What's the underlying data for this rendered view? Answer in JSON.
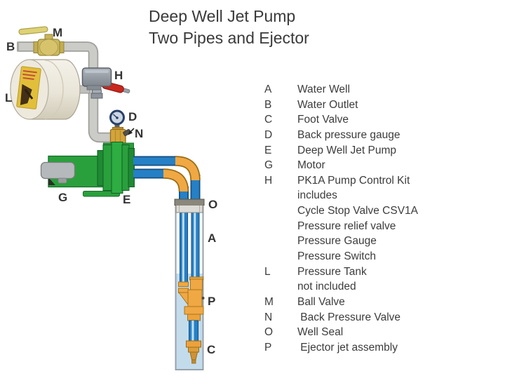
{
  "title": {
    "line1": "Deep Well Jet Pump",
    "line2": "Two Pipes and Ejector"
  },
  "legend": {
    "rows": [
      {
        "letter": "A",
        "label": "Water Well"
      },
      {
        "letter": "B",
        "label": "Water Outlet"
      },
      {
        "letter": "C",
        "label": "Foot Valve"
      },
      {
        "letter": "D",
        "label": "Back pressure gauge"
      },
      {
        "letter": "E",
        "label": "Deep Well Jet Pump"
      },
      {
        "letter": "G",
        "label": "Motor"
      },
      {
        "letter": "H",
        "label": "PK1A Pump Control Kit"
      },
      {
        "letter": "",
        "label": "includes"
      },
      {
        "letter": "",
        "label": "Cycle Stop Valve CSV1A"
      },
      {
        "letter": "",
        "label": "Pressure relief valve"
      },
      {
        "letter": "",
        "label": "Pressure Gauge"
      },
      {
        "letter": "",
        "label": "Pressure Switch"
      },
      {
        "letter": "L",
        "label": "Pressure Tank"
      },
      {
        "letter": "",
        "label": "not included"
      },
      {
        "letter": "M",
        "label": "Ball Valve"
      },
      {
        "letter": "N",
        "label": " Back Pressure Valve"
      },
      {
        "letter": "O",
        "label": "Well Seal"
      },
      {
        "letter": "P",
        "label": " Ejector jet assembly"
      }
    ]
  },
  "diagram": {
    "markers": {
      "A": "A",
      "B": "B",
      "C": "C",
      "D": "D",
      "E": "E",
      "G": "G",
      "H": "H",
      "L": "L",
      "M": "M",
      "N": "N",
      "O": "O",
      "P": "P"
    }
  },
  "colors": {
    "text": "#3d3d3d",
    "pump_green": "#2aa03c",
    "pipe_blue": "#2580c6",
    "fitting_orange": "#f0a844",
    "lever_red": "#c8271d",
    "tank_label_yellow": "#e2bf3a",
    "gray_pipe": "#cbcbc7",
    "gauge_navy": "#27406a",
    "water_blue": "#c3dcec",
    "brass": "#d3a43c"
  }
}
